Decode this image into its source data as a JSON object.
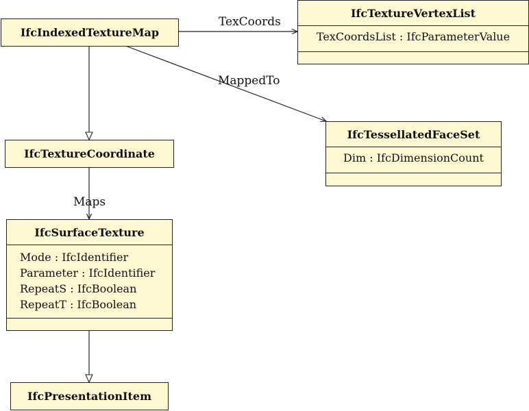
{
  "classes": {
    "indexed_texture_map": {
      "name": "IfcIndexedTextureMap"
    },
    "texture_vertex_list": {
      "name": "IfcTextureVertexList",
      "attributes": [
        "TexCoordsList : IfcParameterValue"
      ]
    },
    "tessellated_face_set": {
      "name": "IfcTessellatedFaceSet",
      "attributes": [
        "Dim : IfcDimensionCount"
      ]
    },
    "texture_coordinate": {
      "name": "IfcTextureCoordinate"
    },
    "surface_texture": {
      "name": "IfcSurfaceTexture",
      "attributes": [
        "Mode : IfcIdentifier",
        "Parameter : IfcIdentifier",
        "RepeatS : IfcBoolean",
        "RepeatT : IfcBoolean"
      ]
    },
    "presentation_item": {
      "name": "IfcPresentationItem"
    }
  },
  "relations": {
    "tex_coords": "TexCoords",
    "mapped_to": "MappedTo",
    "maps": "Maps"
  }
}
